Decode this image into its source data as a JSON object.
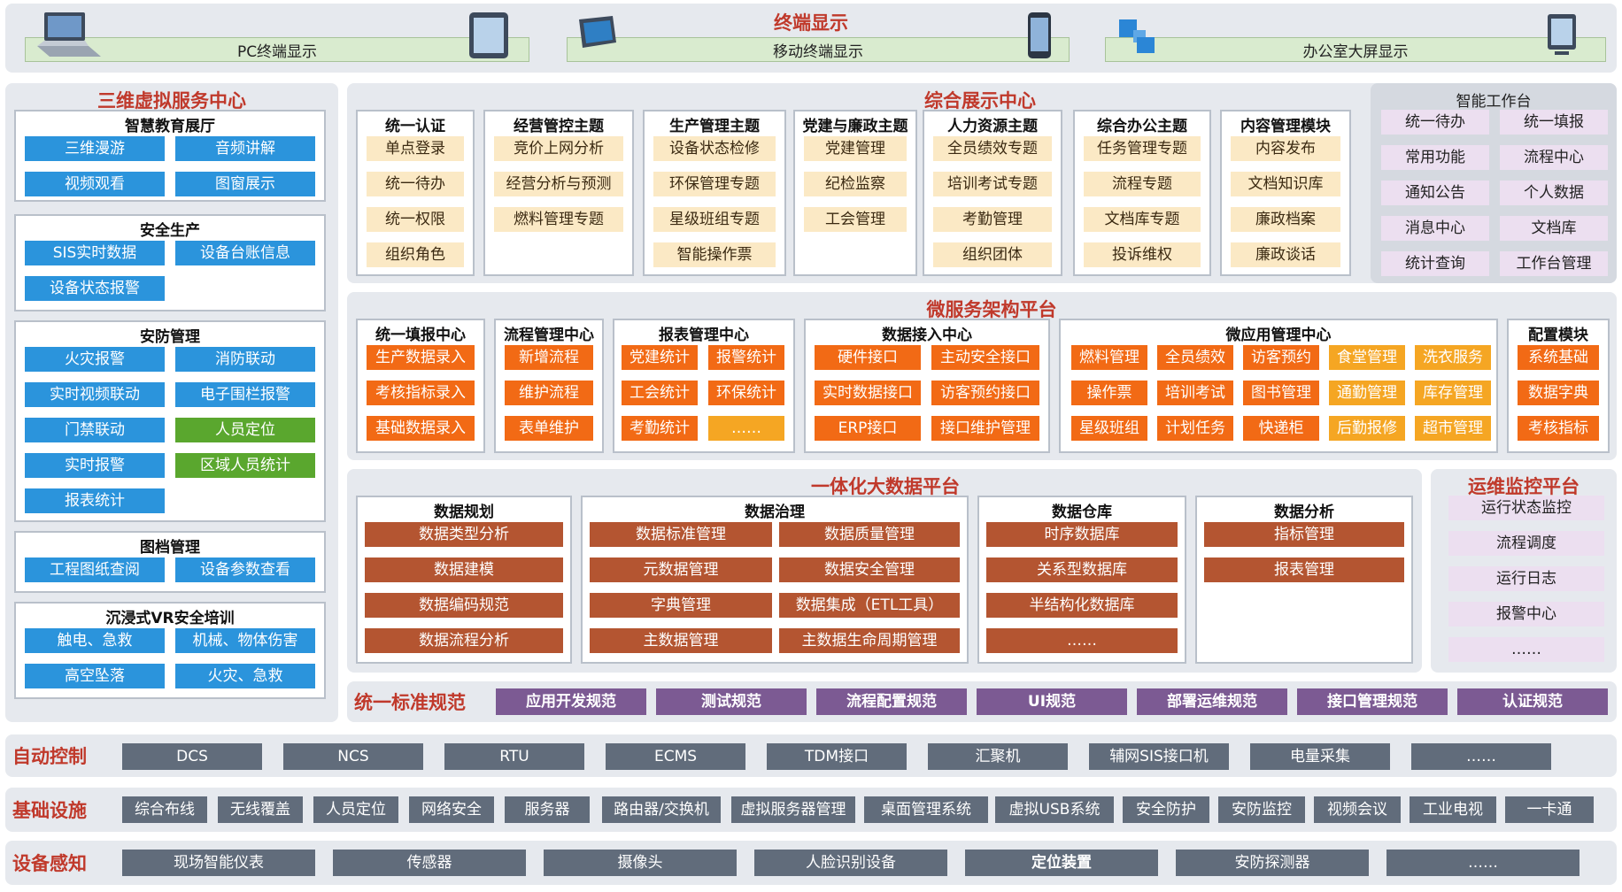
{
  "terminal": {
    "title": "终端显示",
    "items": [
      "PC终端显示",
      "移动终端显示",
      "办公室大屏显示"
    ],
    "icons": [
      "laptop-icon",
      "tablet-icon",
      "tablet-tilted-icon",
      "phone-icon",
      "blocks-icon",
      "monitor-icon"
    ]
  },
  "vr": {
    "title": "三维虚拟服务中心",
    "groups": [
      {
        "title": "智慧教育展厅",
        "items": [
          "三维漫游",
          "音频讲解",
          "视频观看",
          "图窗展示"
        ]
      },
      {
        "title": "安全生产",
        "items": [
          "SIS实时数据",
          "设备台账信息",
          "设备状态报警"
        ]
      },
      {
        "title": "安防管理",
        "items": [
          "火灾报警",
          "消防联动",
          "实时视频联动",
          "电子围栏报警",
          "门禁联动",
          "人员定位",
          "实时报警",
          "区域人员统计",
          "报表统计"
        ]
      },
      {
        "title": "图档管理",
        "items": [
          "工程图纸查阅",
          "设备参数查看"
        ]
      },
      {
        "title": "沉浸式VR安全培训",
        "items": [
          "触电、急救",
          "机械、物体伤害",
          "高空坠落",
          "火灾、急救"
        ]
      }
    ]
  },
  "display": {
    "title": "综合展示中心",
    "panels": [
      {
        "title": "统一认证",
        "items": [
          "单点登录",
          "统一待办",
          "统一权限",
          "组织角色"
        ]
      },
      {
        "title": "经营管控主题",
        "items": [
          "竞价上网分析",
          "经营分析与预测",
          "燃料管理专题"
        ]
      },
      {
        "title": "生产管理主题",
        "items": [
          "设备状态检修",
          "环保管理专题",
          "星级班组专题",
          "智能操作票"
        ]
      },
      {
        "title": "党建与廉政主题",
        "items": [
          "党建管理",
          "纪检监察",
          "工会管理"
        ]
      },
      {
        "title": "人力资源主题",
        "items": [
          "全员绩效专题",
          "培训考试专题",
          "考勤管理",
          "组织团体"
        ]
      },
      {
        "title": "综合办公主题",
        "items": [
          "任务管理专题",
          "流程专题",
          "文档库专题",
          "投诉维权"
        ]
      },
      {
        "title": "内容管理模块",
        "items": [
          "内容发布",
          "文档知识库",
          "廉政档案",
          "廉政谈话"
        ]
      }
    ],
    "workbench": {
      "title": "智能工作台",
      "items": [
        "统一待办",
        "统一填报",
        "常用功能",
        "流程中心",
        "通知公告",
        "个人数据",
        "消息中心",
        "文档库",
        "统计查询",
        "工作台管理"
      ]
    }
  },
  "micro": {
    "title": "微服务架构平台",
    "panels": [
      {
        "title": "统一填报中心",
        "items": [
          "生产数据录入",
          "考核指标录入",
          "基础数据录入"
        ]
      },
      {
        "title": "流程管理中心",
        "items": [
          "新增流程",
          "维护流程",
          "表单维护"
        ]
      },
      {
        "title": "报表管理中心",
        "items": [
          "党建统计",
          "报警统计",
          "工会统计",
          "环保统计",
          "考勤统计",
          "……"
        ]
      },
      {
        "title": "数据接入中心",
        "items": [
          "硬件接口",
          "主动安全接口",
          "实时数据接口",
          "访客预约接口",
          "ERP接口",
          "接口维护管理"
        ]
      },
      {
        "title": "微应用管理中心",
        "items": [
          "燃料管理",
          "全员绩效",
          "访客预约",
          "食堂管理",
          "洗衣服务",
          "操作票",
          "培训考试",
          "图书管理",
          "通勤管理",
          "库存管理",
          "星级班组",
          "计划任务",
          "快递柜",
          "后勤报修",
          "超市管理"
        ]
      },
      {
        "title": "配置模块",
        "items": [
          "系统基础",
          "数据字典",
          "考核指标"
        ]
      }
    ]
  },
  "bigdata": {
    "title": "一体化大数据平台",
    "panels": [
      {
        "title": "数据规划",
        "items": [
          "数据类型分析",
          "数据建模",
          "数据编码规范",
          "数据流程分析"
        ]
      },
      {
        "title": "数据治理",
        "items": [
          "数据标准管理",
          "数据质量管理",
          "元数据管理",
          "数据安全管理",
          "字典管理",
          "数据集成（ETL工具）",
          "主数据管理",
          "主数据生命周期管理"
        ]
      },
      {
        "title": "数据仓库",
        "items": [
          "时序数据库",
          "关系型数据库",
          "半结构化数据库",
          "……"
        ]
      },
      {
        "title": "数据分析",
        "items": [
          "指标管理",
          "报表管理"
        ]
      }
    ]
  },
  "ops": {
    "title": "运维监控平台",
    "items": [
      "运行状态监控",
      "流程调度",
      "运行日志",
      "报警中心",
      "……"
    ]
  },
  "standards": {
    "label": "统一标准规范",
    "items": [
      "应用开发规范",
      "测试规范",
      "流程配置规范",
      "UI规范",
      "部署运维规范",
      "接口管理规范",
      "认证规范"
    ]
  },
  "auto": {
    "label": "自动控制",
    "items": [
      "DCS",
      "NCS",
      "RTU",
      "ECMS",
      "TDM接口",
      "汇聚机",
      "辅网SIS接口机",
      "电量采集",
      "……"
    ]
  },
  "infra": {
    "label": "基础设施",
    "items": [
      "综合布线",
      "无线覆盖",
      "人员定位",
      "网络安全",
      "服务器",
      "路由器/交换机",
      "虚拟服务器管理",
      "桌面管理系统",
      "虚拟USB系统",
      "安全防护",
      "安防监控",
      "视频会议",
      "工业电视",
      "一卡通"
    ]
  },
  "sense": {
    "label": "设备感知",
    "items": [
      "现场智能仪表",
      "传感器",
      "摄像头",
      "人脸识别设备",
      "定位装置",
      "安防探测器",
      "……"
    ]
  }
}
